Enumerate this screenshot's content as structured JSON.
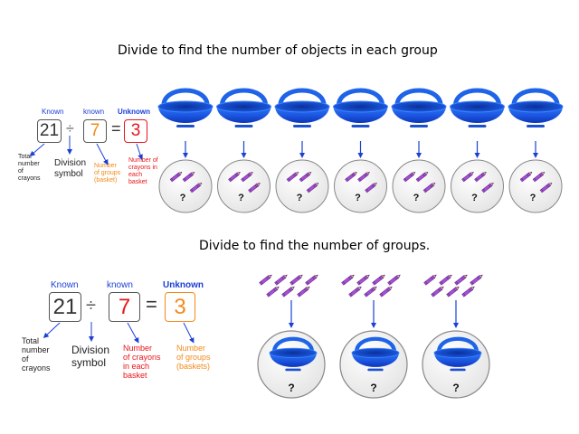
{
  "top": {
    "title": "Divide to find the number of objects in each group",
    "equation": {
      "known1_label": "Known",
      "known2_label": "known",
      "unknown_label": "Unknown",
      "dividend": "21",
      "operator": "÷",
      "divisor": "7",
      "equals": "=",
      "quotient": "3"
    },
    "notes": {
      "dividend": [
        "Total",
        "number",
        "of",
        "crayons"
      ],
      "operator": [
        "Division",
        "symbol"
      ],
      "divisor": [
        "Number",
        "of groups",
        "(basket)"
      ],
      "quotient": [
        "Number of",
        "crayons in",
        "each",
        "basket"
      ]
    },
    "group_count": 7,
    "crayons_per_group": 3,
    "unknown_mark": "?"
  },
  "bottom": {
    "title": "Divide to find the number of groups.",
    "equation": {
      "known1_label": "Known",
      "known2_label": "known",
      "unknown_label": "Unknown",
      "dividend": "21",
      "operator": "÷",
      "divisor": "7",
      "equals": "=",
      "quotient": "3"
    },
    "notes": {
      "dividend": [
        "Total",
        "number",
        "of",
        "crayons"
      ],
      "operator": [
        "Division",
        "symbol"
      ],
      "divisor": [
        "Number",
        "of crayons",
        "in each",
        "basket"
      ],
      "quotient": [
        "Number",
        "of groups",
        "(baskets)"
      ]
    },
    "group_count": 3,
    "crayons_per_bundle": 7,
    "unknown_mark": "?"
  },
  "colors": {
    "known": "#1c3fd6",
    "arrow": "#1c3fd6",
    "orange": "#f28a1a",
    "red": "#e8141b",
    "basket": "#1e63e8",
    "crayon": "#a64fd1"
  }
}
